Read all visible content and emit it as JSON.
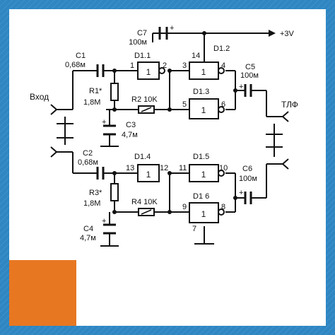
{
  "colors": {
    "background": "#2f86c1",
    "border_pattern": "#3a93cf",
    "panel": "#ffffff",
    "accent_corner": "#e87722",
    "ink": "#111111"
  },
  "labels": {
    "c7_name": "C7",
    "c7_value": "100м",
    "supply": "+3V",
    "d12": "D1.2",
    "d11": "D1.1",
    "d13": "D1.3",
    "d14": "D1.4",
    "d15": "D1.5",
    "d16": "D1 6",
    "c1_name": "C1",
    "c1_value": "0,68м",
    "c2_name": "C2",
    "c2_value": "0,68м",
    "input": "Вход",
    "r1_name": "R1*",
    "r1_value": "1,8M",
    "r2": "R2 10K",
    "c3_name": "C3",
    "c3_value": "4,7м",
    "r3_name": "R3*",
    "r3_value": "1,8M",
    "r4": "R4 10K",
    "c4_name": "C4",
    "c4_value": "4,7м",
    "c5_name": "C5",
    "c5_value": "100м",
    "c6_name": "C6",
    "c6_value": "100м",
    "output": "ТЛФ",
    "pin1": "1",
    "pin2": "2",
    "pin3": "3",
    "pin4": "4",
    "pin5": "5",
    "pin6": "6",
    "pin7": "7",
    "pin8": "8",
    "pin9": "9",
    "pin10": "10",
    "pin11": "11",
    "pin12": "12",
    "pin13": "13",
    "pin14": "14",
    "plus": "+"
  }
}
